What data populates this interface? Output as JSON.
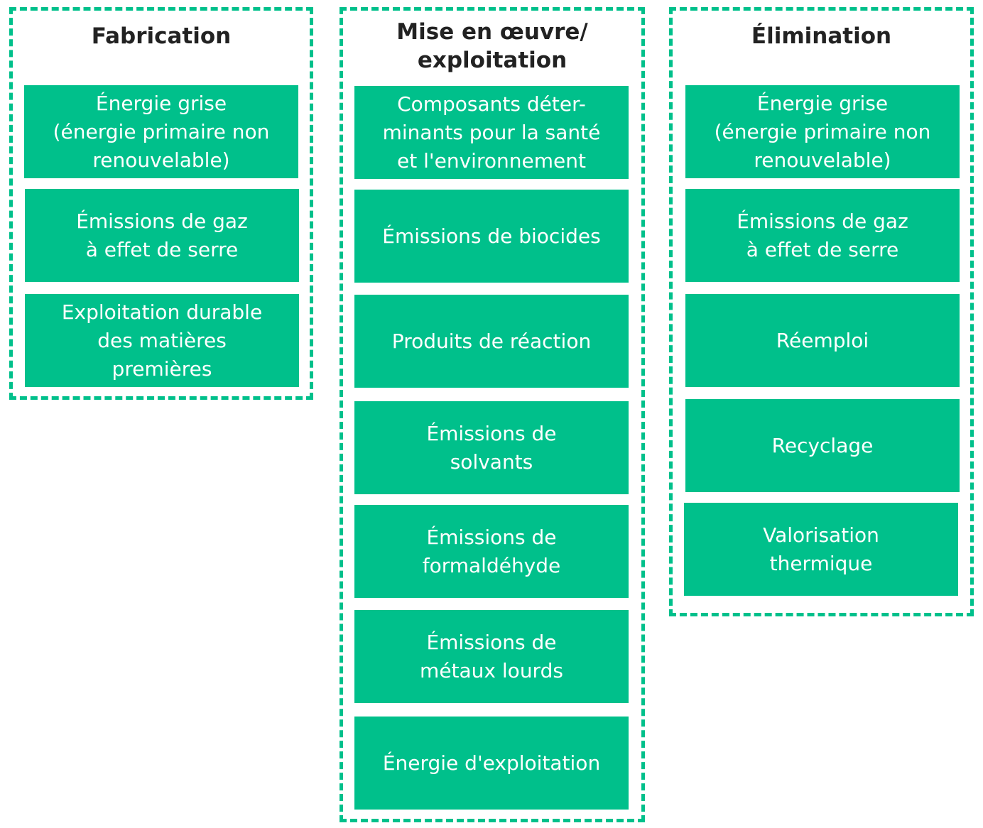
{
  "theme": {
    "accent": "#00c08b",
    "box_text": "#ffffff",
    "title_text": "#222222"
  },
  "columns": [
    {
      "title": "Fabrication",
      "items": [
        "Énergie grise\n(énergie primaire non\nrenouvelable)",
        "Émissions de gaz\nà effet de serre",
        "Exploitation durable\ndes matières\npremières"
      ]
    },
    {
      "title": "Mise en œuvre/\nexploitation",
      "items": [
        "Composants déter-\nminants pour la santé\net l'environnement",
        "Émissions de biocides",
        "Produits de réaction",
        "Émissions de\nsolvants",
        "Émissions de\nformaldéhyde",
        "Émissions de\nmétaux lourds",
        "Énergie d'exploitation"
      ]
    },
    {
      "title": "Élimination",
      "items": [
        "Énergie grise\n(énergie primaire non\nrenouvelable)",
        "Émissions de gaz\nà effet de serre",
        "Réemploi",
        "Recyclage",
        "Valorisation\nthermique"
      ]
    }
  ]
}
